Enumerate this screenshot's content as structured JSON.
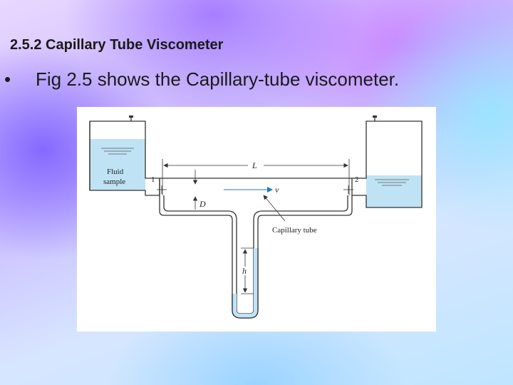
{
  "slide": {
    "title": "2.5.2 Capillary Tube Viscometer",
    "bullet": "•",
    "text": "Fig 2.5 shows the Capillary-tube viscometer."
  },
  "figure": {
    "labels": {
      "fluid": "Fluid",
      "sample": "sample",
      "point1": "1",
      "point2": "2",
      "length": "L",
      "velocity": "v",
      "diameter": "D",
      "capillary": "Capillary tube",
      "height": "h"
    },
    "colors": {
      "fluid": "#bfe3f5",
      "outline": "#333333",
      "arrow": "#1e78c8"
    }
  }
}
